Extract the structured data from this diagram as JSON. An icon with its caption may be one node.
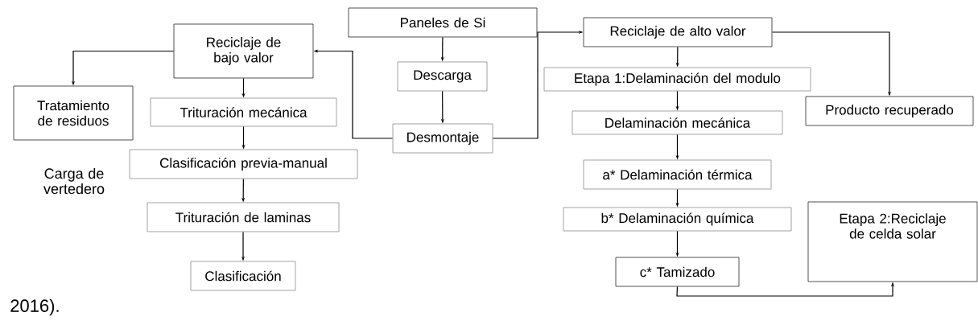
{
  "diagram": {
    "nodes": [
      {
        "text": [
          "Paneles de Si"
        ]
      },
      {
        "text": [
          "Descarga"
        ]
      },
      {
        "text": [
          "Desmontaje"
        ]
      },
      {
        "text": [
          "Reciclaje de bajo valor"
        ]
      },
      {
        "text": [
          "Tratamiento de residuos"
        ]
      },
      {
        "text": [
          "Trituración mecánica"
        ]
      },
      {
        "text": [
          "Clasificación previa-manual"
        ]
      },
      {
        "text": [
          "Trituración de laminas"
        ]
      },
      {
        "text": [
          "Clasificación"
        ]
      },
      {
        "text": [
          "Reciclaje de alto valor"
        ]
      },
      {
        "text": [
          "Etapa 1:Delaminación del modulo"
        ]
      },
      {
        "text": [
          "Delaminación mecánica"
        ]
      },
      {
        "text": [
          "a* Delaminación térmica"
        ]
      },
      {
        "text": [
          "b* Delaminación química"
        ]
      },
      {
        "text": [
          "c* Tamizado"
        ]
      },
      {
        "text": [
          "Producto recuperado"
        ]
      },
      {
        "text": [
          "Etapa 2:Reciclaje de celda solar"
        ]
      }
    ],
    "edges": [
      {
        "from": 0,
        "to": 1,
        "arrow": "to"
      },
      {
        "from": 1,
        "to": 2,
        "arrow": "to"
      },
      {
        "from": 2,
        "to": 3,
        "arrow": "to"
      },
      {
        "from": 2,
        "to": 9,
        "arrow": "to"
      },
      {
        "from": 3,
        "to": 4,
        "arrow": "to"
      },
      {
        "from": 3,
        "to": 5,
        "arrow": "to"
      },
      {
        "from": 5,
        "to": 6,
        "arrow": "to"
      },
      {
        "from": 6,
        "to": 7,
        "arrow": "to"
      },
      {
        "from": 7,
        "to": 8,
        "arrow": "to"
      },
      {
        "from": 9,
        "to": 10,
        "arrow": "to"
      },
      {
        "from": 10,
        "to": 11,
        "arrow": "to"
      },
      {
        "from": 11,
        "to": 12,
        "arrow": "to"
      },
      {
        "from": 12,
        "to": 13,
        "arrow": "to"
      },
      {
        "from": 13,
        "to": 14,
        "arrow": "to"
      },
      {
        "from": 9,
        "to": 15,
        "arrow": "to"
      },
      {
        "from": 14,
        "to": 16,
        "arrow": "to"
      }
    ],
    "labels": [
      "Carga de vertedero",
      "2016)."
    ]
  }
}
